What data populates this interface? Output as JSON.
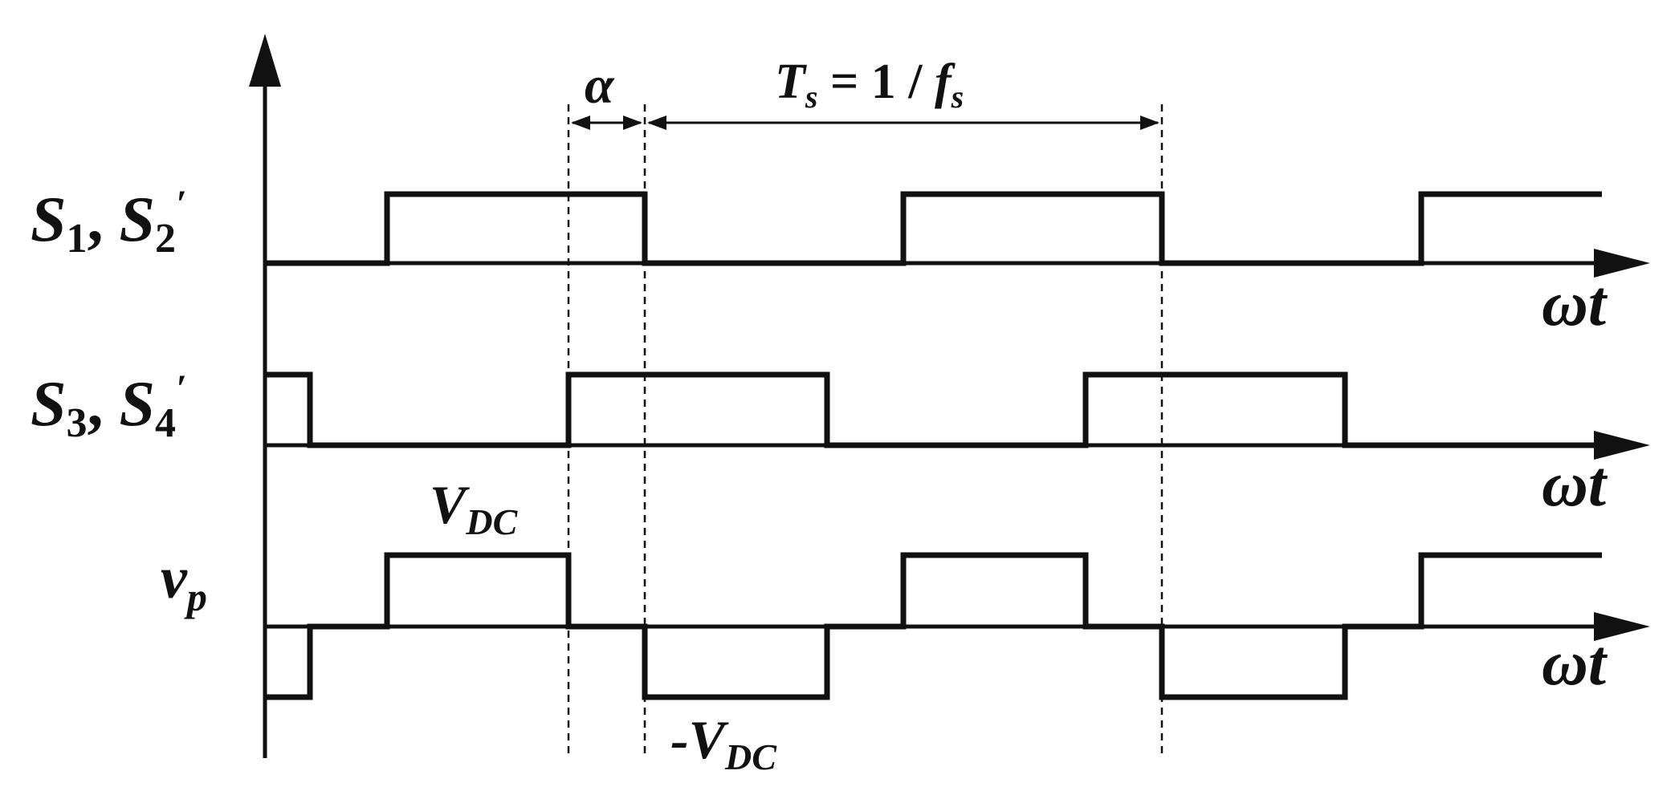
{
  "colors": {
    "ink": "#111111",
    "background": "#ffffff"
  },
  "labels": {
    "alpha": "α",
    "period": {
      "T": "T",
      "T_sub": "s",
      "eq": " = 1 / ",
      "f": "f",
      "f_sub": "s"
    },
    "row1": {
      "a": "S",
      "a_sub": "1",
      "sep": ", ",
      "b": "S",
      "b_sub": "2",
      "prime": "′"
    },
    "row2": {
      "a": "S",
      "a_sub": "3",
      "sep": ", ",
      "b": "S",
      "b_sub": "4",
      "prime": "′"
    },
    "row3": {
      "v": "v",
      "v_sub": "p"
    },
    "axis_symbol": "ωt",
    "vdc_pos": {
      "V": "V",
      "sub": "DC"
    },
    "vdc_neg": {
      "sign": "-",
      "V": "V",
      "sub": "DC"
    }
  }
}
